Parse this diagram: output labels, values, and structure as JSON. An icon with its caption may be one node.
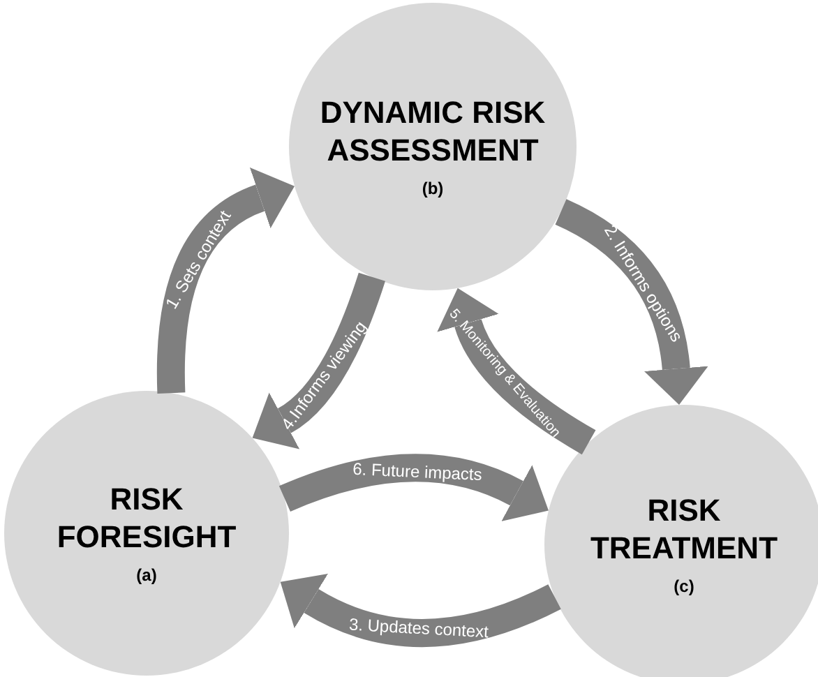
{
  "diagram": {
    "nodes": [
      {
        "text": [
          "DYNAMIC RISK ASSESSMENT",
          "(b)"
        ]
      },
      {
        "text": [
          "RISK FORESIGHT",
          "(a)"
        ]
      },
      {
        "text": [
          "RISK TREATMENT",
          "(c)"
        ]
      }
    ],
    "edges": [
      {
        "from": 1,
        "to": 0,
        "arrow": "to",
        "label": "1. Sets context"
      },
      {
        "from": 0,
        "to": 2,
        "arrow": "to",
        "label": "2. Informs options"
      },
      {
        "from": 2,
        "to": 1,
        "arrow": "to",
        "label": "3. Updates context"
      },
      {
        "from": 0,
        "to": 1,
        "arrow": "to",
        "label": "4.Informs viewing"
      },
      {
        "from": 2,
        "to": 0,
        "arrow": "to",
        "label": "5. Monitoring & Evaluation"
      },
      {
        "from": 1,
        "to": 2,
        "arrow": "to",
        "label": "6. Future impacts"
      }
    ]
  }
}
